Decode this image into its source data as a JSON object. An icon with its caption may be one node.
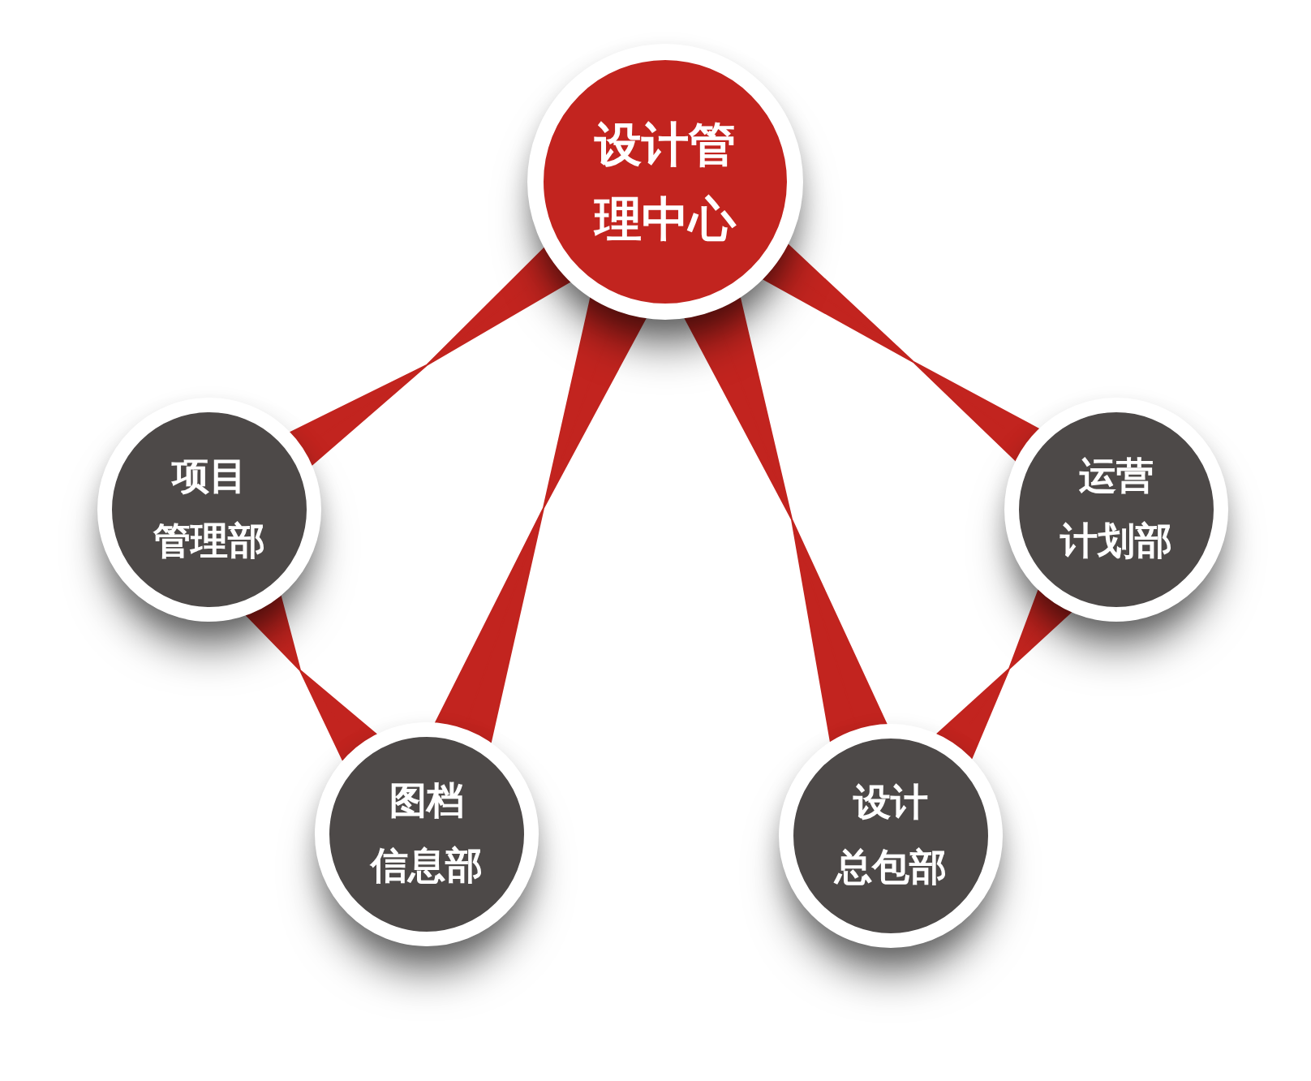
{
  "diagram": {
    "nodes": [
      {
        "text": [
          "设计管理中心"
        ]
      },
      {
        "text": [
          "项目管理部"
        ]
      },
      {
        "text": [
          "运营计划部"
        ]
      },
      {
        "text": [
          "图档信息部"
        ]
      },
      {
        "text": [
          "设计总包部"
        ]
      }
    ],
    "edges": [
      {
        "from": 0,
        "to": 1,
        "arrow": "none"
      },
      {
        "from": 0,
        "to": 2,
        "arrow": "none"
      },
      {
        "from": 0,
        "to": 3,
        "arrow": "none"
      },
      {
        "from": 0,
        "to": 4,
        "arrow": "none"
      },
      {
        "from": 1,
        "to": 3,
        "arrow": "none"
      },
      {
        "from": 2,
        "to": 4,
        "arrow": "none"
      }
    ]
  }
}
